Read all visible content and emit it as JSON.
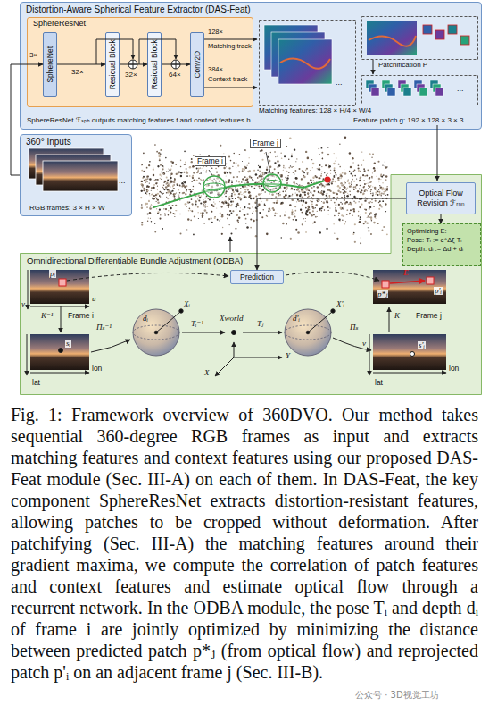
{
  "diagram": {
    "caption": "Fig. 1: Framework overview of 360DVO. Our method takes sequential 360-degree RGB frames as input and extracts matching features and context features using our proposed DAS-Feat module (Sec. III-A) on each of them. In DAS-Feat, the key component SphereResNet extracts distortion-resistant features, allowing patches to be cropped without deformation. After patchifying (Sec. III-A) the matching features around their gradient maxima, we compute the correlation of patch features and context features and estimate optical flow through a recurrent network. In the ODBA module, the pose Tᵢ and depth dᵢ of frame i are jointly optimized by minimizing the distance between predicted patch p*ⱼ (from optical flow) and reprojected patch p'ᵢ on an adjacent frame j (Sec. III-B).",
    "nodes": [
      {
        "text": [
          "Distortion-Aware Spherical Feature Extractor (DAS-Feat)"
        ]
      },
      {
        "text": [
          "SphereResNet"
        ],
        "in": 0
      },
      {
        "text": [
          "SphereNet"
        ],
        "in": 1
      },
      {
        "text": [
          "Residual Block"
        ],
        "in": 1
      },
      {
        "text": [
          "Residual Block"
        ],
        "in": 1
      },
      {
        "text": [
          "Conv2D"
        ],
        "in": 1
      },
      {
        "text": [
          "360° Inputs",
          "RGB frames: 3 × H × W"
        ]
      },
      {
        "text": [
          "Optical Flow Revision ℱᵣₙₙ"
        ]
      },
      {
        "text": [
          "Optimizing E:",
          "Pose: Tᵢ := e^Δξ Tᵢ",
          "Depth: dᵢ := Δd + dᵢ"
        ]
      },
      {
        "text": [
          "Omnidirectional Differentiable Bundle Adjustment (ODBA)"
        ]
      },
      {
        "text": [
          "Prediction"
        ],
        "in": 9
      }
    ],
    "edges": [
      {
        "from": 6,
        "to": 2,
        "arrow": "to"
      },
      {
        "from": 2,
        "to": 3,
        "arrow": "to"
      },
      {
        "from": 3,
        "to": 4,
        "arrow": "to"
      },
      {
        "from": 4,
        "to": 5,
        "arrow": "to"
      },
      {
        "from": 7,
        "to": 8,
        "arrow": "to"
      },
      {
        "from": 7,
        "to": 10,
        "arrow": "to"
      }
    ],
    "labels": [
      "3×",
      "32×",
      "32×",
      "64×",
      "128×",
      "Matching track",
      "384×",
      "Context track",
      "SphereResNet ℱₛₚₕ outputs matching features f and context features h",
      "...",
      "Matching features: 128 × H/4 × W/4",
      "Patchification P",
      "...",
      "Feature patch g: 192 × 128 × 3 × 3",
      "...",
      "Frame i",
      "Frame j",
      "pᵢ",
      "v",
      "u",
      "K⁻¹",
      "Frame i",
      "sᵢ",
      "lon",
      "lat",
      "Πₛ⁻¹",
      "dᵢ",
      "Xᵢ",
      "Tᵢ⁻¹",
      "Xworld",
      "Tⱼ",
      "X",
      "Y",
      "d'ᵢ",
      "X'ᵢ",
      "Πₛ",
      "E",
      "p*ⱼ",
      "p'ᵢ",
      "K",
      "Frame j",
      "v",
      "s'ᵢ",
      "lon",
      "lat",
      "公众号 · 3D视觉工坊"
    ]
  }
}
